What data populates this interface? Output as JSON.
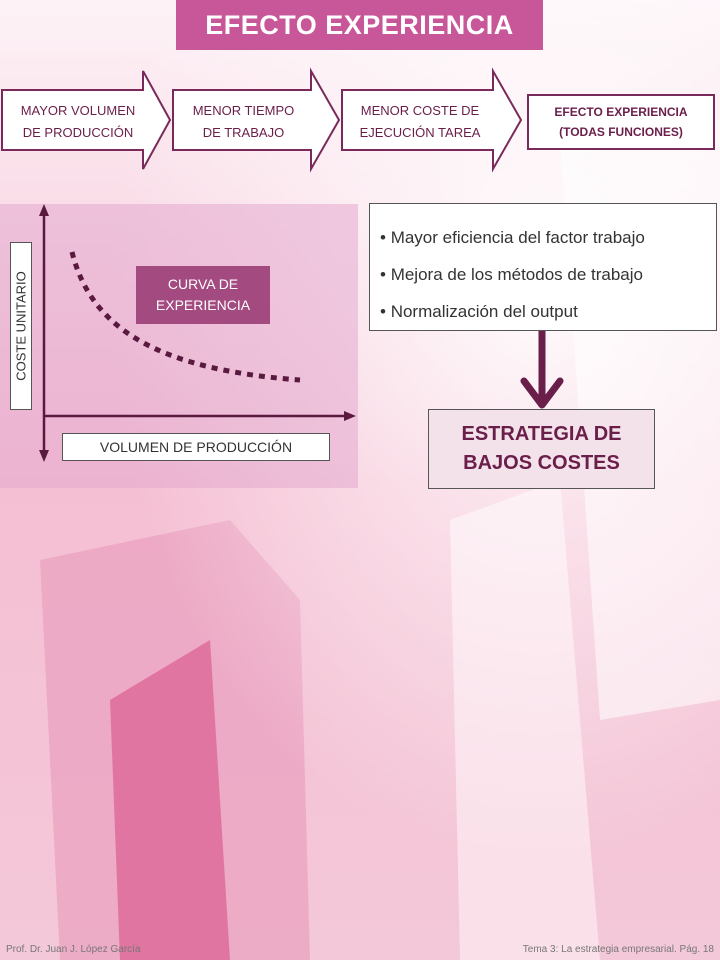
{
  "title": "EFECTO EXPERIENCIA",
  "flow": [
    {
      "line1": "MAYOR VOLUMEN",
      "line2": "DE PRODUCCIÓN"
    },
    {
      "line1": "MENOR TIEMPO",
      "line2": "DE TRABAJO"
    },
    {
      "line1": "MENOR COSTE  DE",
      "line2": "EJECUCIÓN TAREA"
    }
  ],
  "final_box": {
    "line1": "EFECTO EXPERIENCIA",
    "line2": "(TODAS FUNCIONES)"
  },
  "chart": {
    "ylabel": "COSTE UNITARIO",
    "xlabel": "VOLUMEN DE PRODUCCIÓN",
    "curve_label_line1": "CURVA DE",
    "curve_label_line2": "EXPERIENCIA"
  },
  "bullets": [
    "Mayor eficiencia del factor trabajo",
    "Mejora de los métodos de trabajo",
    "Normalización del output"
  ],
  "strategy": {
    "line1": "ESTRATEGIA DE",
    "line2": "BAJOS COSTES"
  },
  "footer": {
    "left": "Prof.  Dr. Juan J. López García",
    "right": "Tema 3: La estrategia empresarial. Pág. 18"
  },
  "colors": {
    "accent": "#c8579a",
    "dark": "#7a2a5a",
    "label_bg": "#a34a80"
  }
}
